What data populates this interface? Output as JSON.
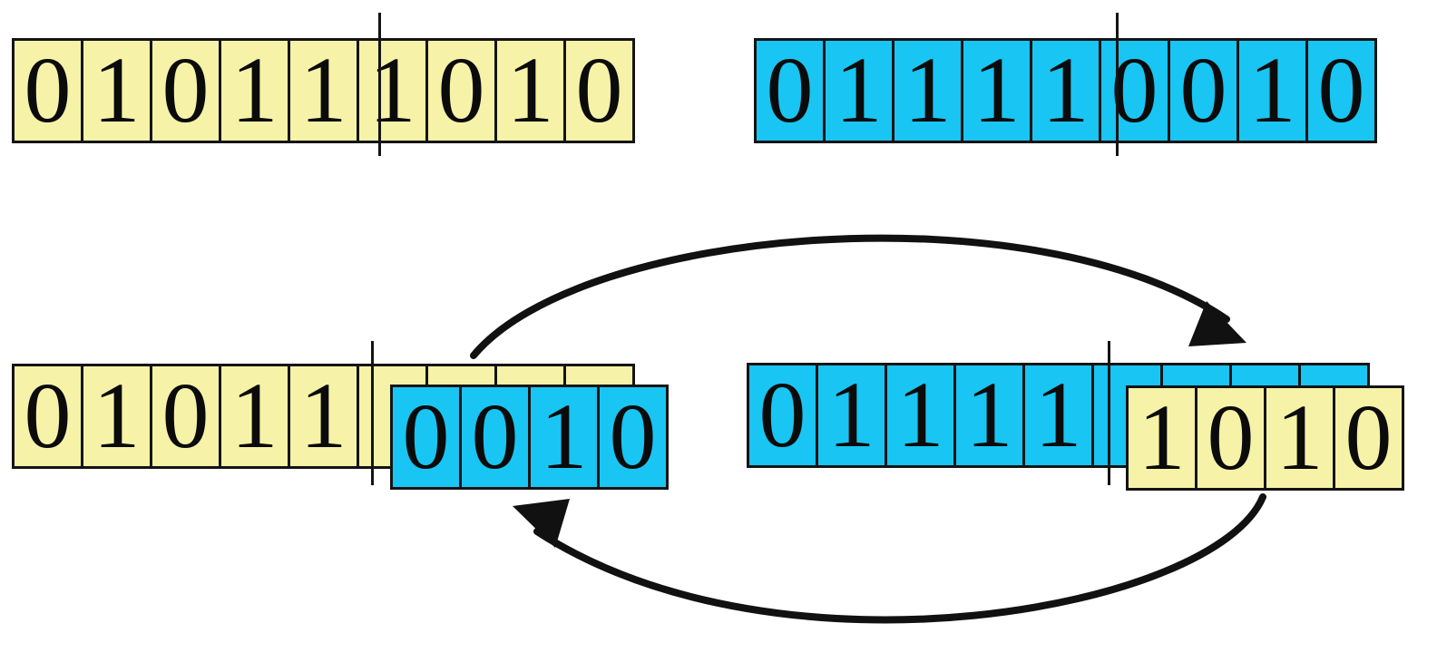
{
  "diagram": {
    "title": "one-point-crossover",
    "colors": {
      "yellow": "#F6F2A8",
      "blue": "#19C5F2",
      "outline": "#141414",
      "background": "#FFFFFF"
    },
    "crossover_point": 5,
    "chromosome_length": 9
  },
  "parents": {
    "parent_a": {
      "color": "yellow",
      "bits": [
        "0",
        "1",
        "0",
        "1",
        "1",
        "1",
        "0",
        "1",
        "0"
      ],
      "head": [
        "0",
        "1",
        "0",
        "1",
        "1"
      ],
      "tail": [
        "1",
        "0",
        "1",
        "0"
      ]
    },
    "parent_b": {
      "color": "blue",
      "bits": [
        "0",
        "1",
        "1",
        "1",
        "1",
        "0",
        "0",
        "1",
        "0"
      ],
      "head": [
        "0",
        "1",
        "1",
        "1",
        "1"
      ],
      "tail": [
        "0",
        "0",
        "1",
        "0"
      ]
    }
  },
  "offspring": {
    "child_a": {
      "head_color": "yellow",
      "head": [
        "0",
        "1",
        "0",
        "1",
        "1"
      ],
      "tail_color": "blue",
      "tail": [
        "0",
        "0",
        "1",
        "0"
      ],
      "base_tail_placeholder": [
        "",
        "",
        "",
        ""
      ]
    },
    "child_b": {
      "head_color": "blue",
      "head": [
        "0",
        "1",
        "1",
        "1",
        "1"
      ],
      "tail_color": "yellow",
      "tail": [
        "1",
        "0",
        "1",
        "0"
      ],
      "base_tail_placeholder": [
        "",
        "",
        "",
        ""
      ]
    }
  },
  "arrows": [
    {
      "name": "swap-tail-left-to-right",
      "direction": "left-to-right",
      "from": "child-a-crossover-point",
      "to": "child-b-tail"
    },
    {
      "name": "swap-tail-right-to-left",
      "direction": "right-to-left",
      "from": "child-b-tail",
      "to": "child-a-tail"
    }
  ]
}
